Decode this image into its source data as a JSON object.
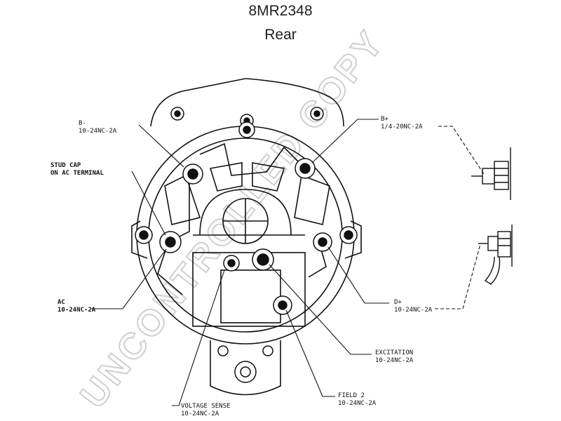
{
  "title": "8MR2348",
  "subtitle": "Rear",
  "watermark": "UNCONTROLLED COPY",
  "labels": {
    "b_minus": "B-",
    "b_minus_spec": "10-24NC-2A",
    "stud_cap_1": "STUD CAP",
    "stud_cap_2": "ON AC TERMINAL",
    "ac": "AC",
    "ac_spec": "10-24NC-2A",
    "b_plus": "B+",
    "b_plus_spec": "1/4-20NC-2A",
    "d_plus": "D+",
    "d_plus_spec": "10-24NC-2A",
    "excitation": "EXCITATION",
    "excitation_spec": "10-24NC-2A",
    "field2": "FIELD 2",
    "field2_spec": "10-24NC-2A",
    "voltage_sense": "VOLTAGE SENSE",
    "voltage_sense_spec": "10-24NC-2A"
  },
  "colors": {
    "line": "#111111",
    "watermark": "#cfcfcf"
  }
}
